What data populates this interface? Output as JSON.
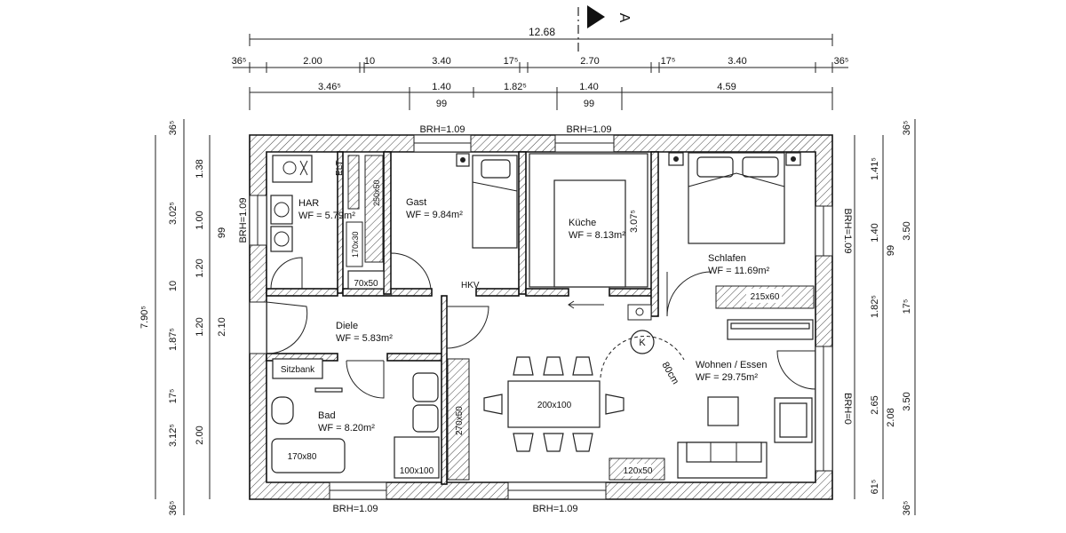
{
  "section_marker": "A",
  "dims_top": {
    "overall": "12.68",
    "row1": [
      "36⁵",
      "2.00",
      "10",
      "3.40",
      "17⁵",
      "2.70",
      "17⁵",
      "3.40",
      "36⁵"
    ],
    "row2": [
      "3.46⁵",
      "1.40",
      "1.82⁵",
      "1.40",
      "4.59"
    ],
    "row2_sub": [
      "99",
      "99"
    ]
  },
  "dims_left": {
    "overall": "7.90⁵",
    "col_outer": [
      "36⁵",
      "3.02⁵",
      "10",
      "1.87⁵",
      "17⁵",
      "3.12⁵",
      "36⁵"
    ],
    "col_inner": [
      "1.38",
      "1.00",
      "1.20",
      "1.20",
      "2.10",
      "2.00"
    ],
    "col_sub": [
      "99"
    ]
  },
  "dims_right": {
    "outer": [
      "36⁵",
      "3.50",
      "3.50",
      "36⁵"
    ],
    "mid": [
      "1.41⁵",
      "1.40",
      "1.82⁵",
      "17⁵",
      "2.65",
      "61⁵"
    ],
    "inner": [
      "99",
      "2.08"
    ]
  },
  "windows": {
    "top_gast": "BRH=1.09",
    "top_kueche": "BRH=1.09",
    "left_har": "BRH=1.09",
    "right_schlafen": "BRH=1.09",
    "right_wohnen": "BRH=0",
    "bottom_bad": "BRH=1.09",
    "bottom_wohnen": "BRH=1.09"
  },
  "rooms": [
    {
      "name": "HAR",
      "area": "WF = 5.79m²"
    },
    {
      "name": "Gast",
      "area": "WF = 9.84m²"
    },
    {
      "name": "Küche",
      "area": "WF = 8.13m²"
    },
    {
      "name": "Schlafen",
      "area": "WF = 11.69m²"
    },
    {
      "name": "Diele",
      "area": "WF = 5.83m²"
    },
    {
      "name": "Bad",
      "area": "WF = 8.20m²"
    },
    {
      "name": "Wohnen / Essen",
      "area": "WF = 29.75m²"
    }
  ],
  "furniture": {
    "elt": "ELT",
    "shaft1": "170x30",
    "shaft2": "250x50",
    "cab_70x50": "70x50",
    "hkv": "HKV",
    "wardrobe_215x60": "215x60",
    "sitzbank": "Sitzbank",
    "bathtub": "170x80",
    "shower": "100x100",
    "shelf_270x50": "270x50",
    "table": "200x100",
    "cabinet_120x50": "120x50",
    "stove_k": "K",
    "radius_80cm": "80cm",
    "kitchen_depth": "3.07⁵"
  }
}
